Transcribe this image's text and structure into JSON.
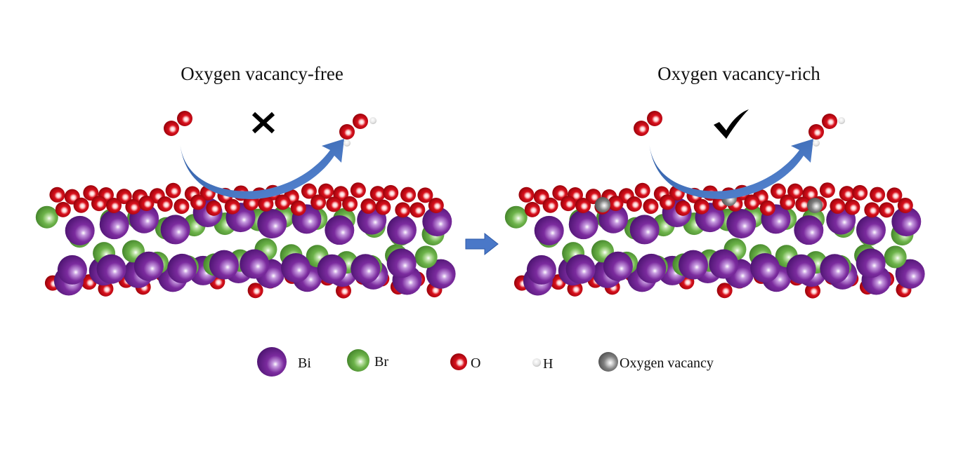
{
  "panels": {
    "left": {
      "title": "Oxygen vacancy-free",
      "status": "blocked",
      "status_icon": "cross-icon"
    },
    "right": {
      "title": "Oxygen vacancy-rich",
      "status": "allowed",
      "status_icon": "check-icon"
    }
  },
  "legend": {
    "items": [
      {
        "key": "bi",
        "label": "Bi"
      },
      {
        "key": "br",
        "label": "Br"
      },
      {
        "key": "o",
        "label": "O"
      },
      {
        "key": "h",
        "label": "H"
      },
      {
        "key": "vacancy",
        "label": "Oxygen vacancy"
      }
    ]
  },
  "colors": {
    "bi": "#7b2b9e",
    "br": "#6db34a",
    "o": "#d8101c",
    "h": "#d9d9d9",
    "vacancy": "#808080",
    "arrow": "#3f6fbe"
  },
  "connector": {
    "icon": "right-arrow-icon"
  }
}
